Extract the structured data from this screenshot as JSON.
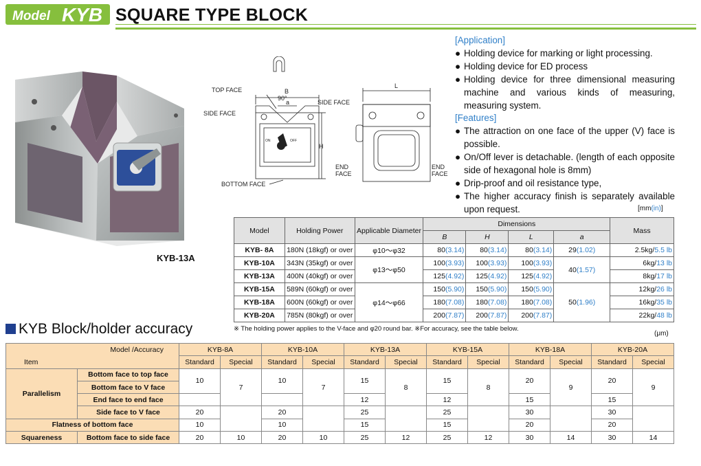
{
  "header": {
    "model_prefix": "Model",
    "model_name": "KYB",
    "title": "SQUARE TYPE BLOCK"
  },
  "photo": {
    "caption": "KYB-13A"
  },
  "drawing": {
    "labels": {
      "top_face": "TOP FACE",
      "side_face_left": "SIDE FACE",
      "side_face_right": "SIDE FACE",
      "bottom_face": "BOTTOM FACE",
      "end_face_1": "END",
      "end_face_2": "FACE",
      "end_face_3": "END",
      "end_face_4": "FACE",
      "dim_b": "B",
      "dim_a": "a",
      "dim_90": "90°",
      "dim_h": "H",
      "dim_l": "L",
      "on": "ON",
      "off": "OFF"
    }
  },
  "application": {
    "heading": "[Application]",
    "items": [
      "Holding device for marking or light processing.",
      "Holding device for ED process",
      "Holding device for three dimensional measuring machine and various kinds of measuring, measuring system."
    ]
  },
  "features": {
    "heading": "[Features]",
    "items": [
      "The attraction on one face of the upper (V) face is possible.",
      "On/Off lever is detachable. (length of each opposite side of hexagonal hole is 8mm)",
      "Drip-proof and oil resistance type,",
      "The higher accuracy finish is separately available upon request."
    ]
  },
  "bullet": "●",
  "units": {
    "pre": "[mm",
    "inch": "(in)",
    "post": "]"
  },
  "spec_table": {
    "headers": {
      "model": "Model",
      "holding": "Holding Power",
      "diameter": "Applicable Diameter",
      "dimensions": "Dimensions",
      "mass": "Mass",
      "b": "B",
      "h": "H",
      "l": "L",
      "a": "a"
    },
    "rows": [
      {
        "model": "KYB- 8A",
        "holding": "180N (18kgf) or over",
        "b": "80",
        "b_in": "(3.14)",
        "h": "80",
        "h_in": "(3.14)",
        "l": "80",
        "l_in": "(3.14)",
        "mass": "2.5kg/",
        "mass_in": "5.5 lb"
      },
      {
        "model": "KYB-10A",
        "holding": "343N (35kgf) or over",
        "b": "100",
        "b_in": "(3.93)",
        "h": "100",
        "h_in": "(3.93)",
        "l": "100",
        "l_in": "(3.93)",
        "mass": "6kg/",
        "mass_in": "13 lb"
      },
      {
        "model": "KYB-13A",
        "holding": "400N (40kgf) or over",
        "b": "125",
        "b_in": "(4.92)",
        "h": "125",
        "h_in": "(4.92)",
        "l": "125",
        "l_in": "(4.92)",
        "mass": "8kg/",
        "mass_in": "17 lb"
      },
      {
        "model": "KYB-15A",
        "holding": "589N (60kgf) or over",
        "b": "150",
        "b_in": "(5.90)",
        "h": "150",
        "h_in": "(5.90)",
        "l": "150",
        "l_in": "(5.90)",
        "mass": "12kg/",
        "mass_in": "26 lb"
      },
      {
        "model": "KYB-18A",
        "holding": "600N (60kgf) or over",
        "b": "180",
        "b_in": "(7.08)",
        "h": "180",
        "h_in": "(7.08)",
        "l": "180",
        "l_in": "(7.08)",
        "mass": "16kg/",
        "mass_in": "35 lb"
      },
      {
        "model": "KYB-20A",
        "holding": "785N (80kgf) or over",
        "b": "200",
        "b_in": "(7.87)",
        "h": "200",
        "h_in": "(7.87)",
        "l": "200",
        "l_in": "(7.87)",
        "mass": "22kg/",
        "mass_in": "48 lb"
      }
    ],
    "diam": [
      "φ10～φ32",
      "φ13～φ50",
      "φ14～φ66"
    ],
    "a_vals": [
      {
        "v": "29",
        "in": "(1.02)"
      },
      {
        "v": "40",
        "in": "(1.57)"
      },
      {
        "v": "50",
        "in": "(1.96)"
      }
    ],
    "footnote": "※ The holding power applies to the V-face and φ20 round bar.  ※For accuracy, see the table below."
  },
  "accuracy": {
    "title": "KYB Block/holder accuracy",
    "unit": "(μm)",
    "corner_top": "Model /Accuracy",
    "corner_bottom": "Item",
    "models": [
      "KYB-8A",
      "KYB-10A",
      "KYB-13A",
      "KYB-15A",
      "KYB-18A",
      "KYB-20A"
    ],
    "standard": "Standard",
    "special": "Special",
    "group_parallelism": "Parallelism",
    "items": [
      "Bottom face to top face",
      "Bottom face to V face",
      "End face to end face",
      "Side face to V face"
    ],
    "flatness": "Flatness of bottom face",
    "squareness": "Squareness",
    "squareness_item": "Bottom face to side face",
    "std_upper": [
      "10",
      "10",
      "15",
      "15",
      "20",
      "20"
    ],
    "std_end": [
      "",
      "",
      "12",
      "12",
      "15",
      "15"
    ],
    "std_side": [
      "20",
      "20",
      "25",
      "25",
      "30",
      "30"
    ],
    "special_par": [
      "7",
      "7",
      "8",
      "8",
      "9",
      "9"
    ],
    "flat": [
      "10",
      "10",
      "15",
      "15",
      "20",
      "20"
    ],
    "sq_std": [
      "20",
      "20",
      "25",
      "25",
      "30",
      "30"
    ],
    "sq_sp": [
      "10",
      "10",
      "12",
      "12",
      "14",
      "14"
    ]
  }
}
